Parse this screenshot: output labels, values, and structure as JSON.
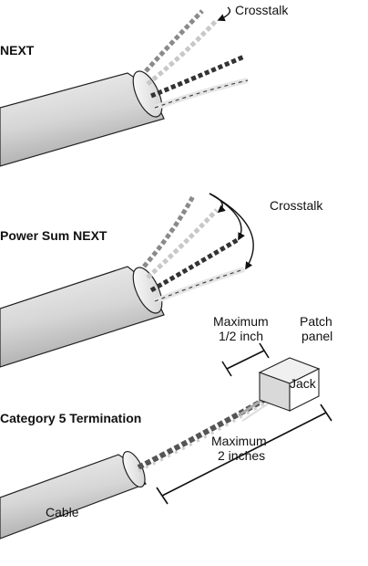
{
  "panels": [
    {
      "heading": "NEXT",
      "crosstalk_label": "Crosstalk"
    },
    {
      "heading": "Power Sum NEXT",
      "crosstalk_label": "Crosstalk"
    },
    {
      "heading": "Category 5 Termination",
      "cable_label": "Cable",
      "jack_label": "Jack",
      "patch_panel_label": [
        "Patch",
        "panel"
      ],
      "max_half_inch_label": [
        "Maximum",
        "1/2 inch"
      ],
      "max_two_inches_label": [
        "Maximum",
        "2 inches"
      ]
    }
  ]
}
